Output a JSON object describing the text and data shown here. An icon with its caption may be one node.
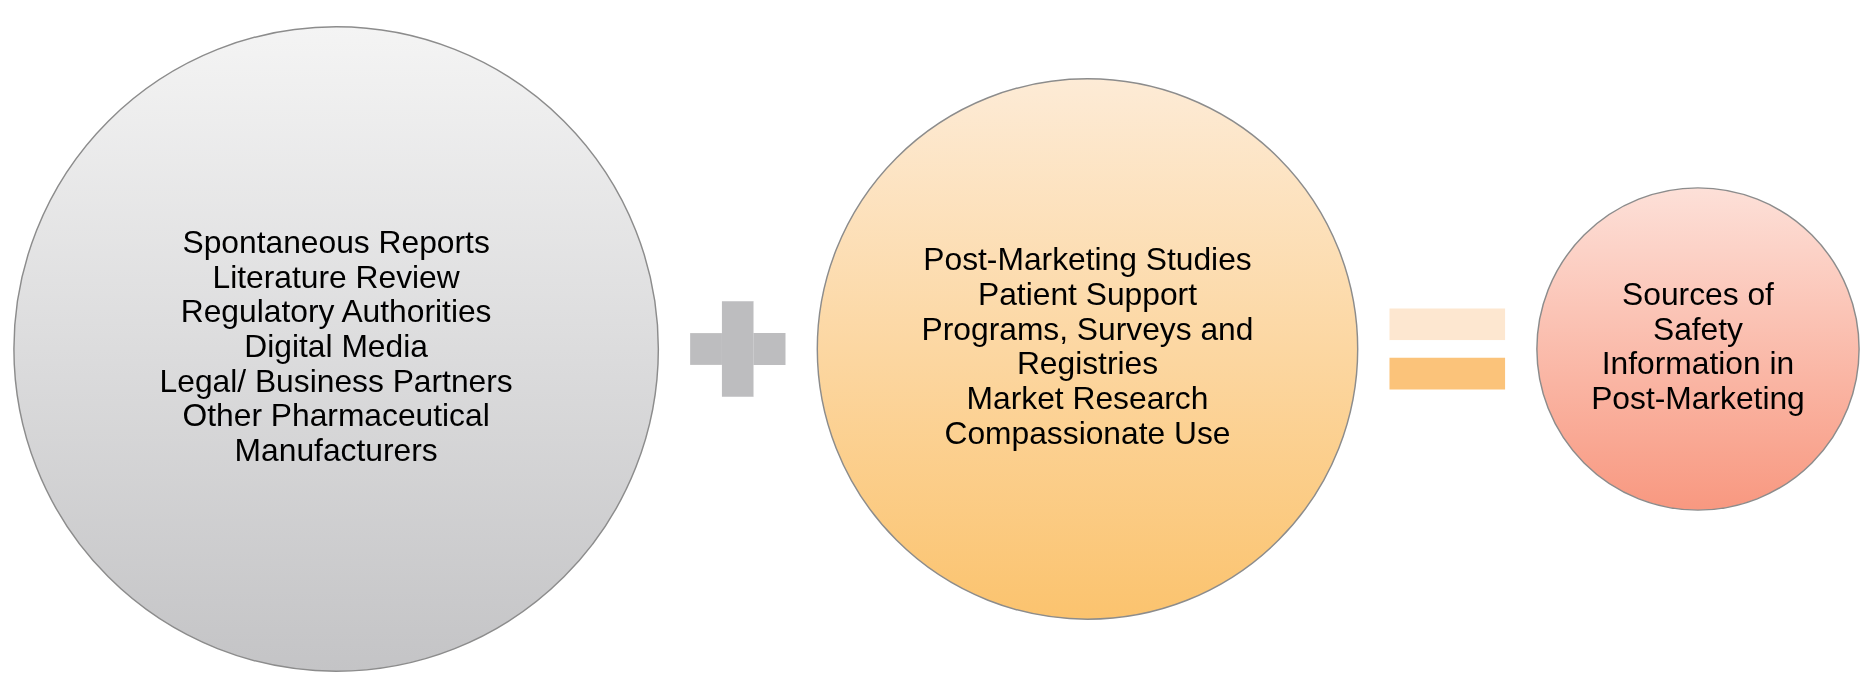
{
  "diagram": {
    "nodes": [
      {
        "text": [
          "Spontaneous Reports",
          "Literature Review",
          "Regulatory Authorities",
          "Digital Media",
          "Legal/ Business Partners",
          "Other Pharmaceutical Manufacturers"
        ]
      },
      {
        "text": [],
        "shape": "plus"
      },
      {
        "text": [
          "Post-Marketing Studies",
          "Patient Support Programs, Surveys and Registries",
          "Market Research",
          "Compassionate Use"
        ]
      },
      {
        "text": [],
        "shape": "equals"
      },
      {
        "text": [
          "Sources of Safety Information in Post-Marketing"
        ]
      }
    ]
  }
}
